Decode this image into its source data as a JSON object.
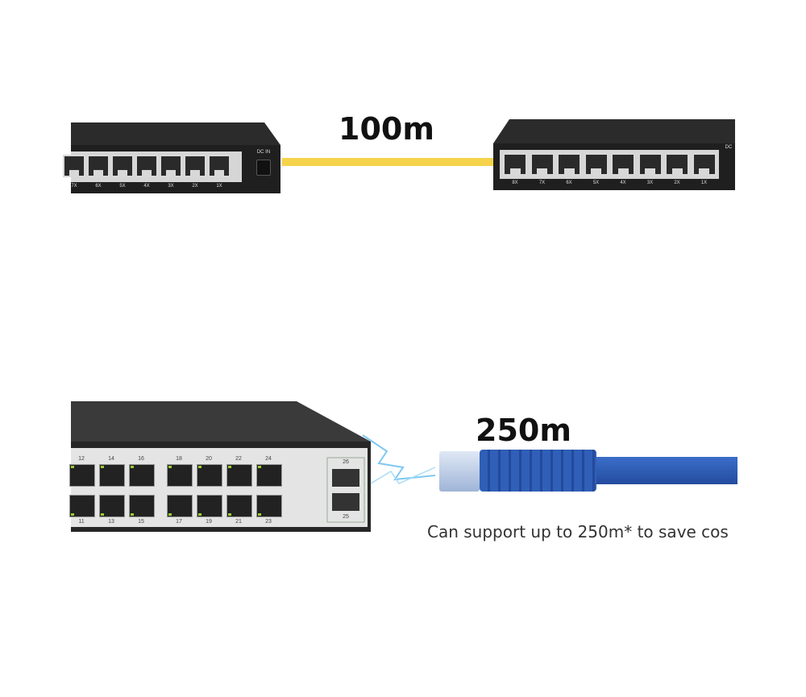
{
  "top": {
    "distance_label": "100m",
    "left_switch": {
      "power_label": "DC IN",
      "port_labels": [
        "7X",
        "6X",
        "5X",
        "4X",
        "3X",
        "2X",
        "1X"
      ]
    },
    "right_switch": {
      "power_label": "DC",
      "port_labels": [
        "8X",
        "7X",
        "6X",
        "5X",
        "4X",
        "3X",
        "2X",
        "1X"
      ]
    },
    "cable_color": "#f5d34a"
  },
  "bottom": {
    "distance_label": "250m",
    "caption": "Can support up to 250m* to save cos",
    "switch": {
      "top_labels": [
        "12",
        "14",
        "16",
        "18",
        "20",
        "22",
        "24"
      ],
      "bottom_labels": [
        "11",
        "13",
        "15",
        "17",
        "19",
        "21",
        "23"
      ],
      "sfp_labels": [
        "26",
        "25"
      ]
    },
    "cable_color": "#2f5fb8"
  }
}
